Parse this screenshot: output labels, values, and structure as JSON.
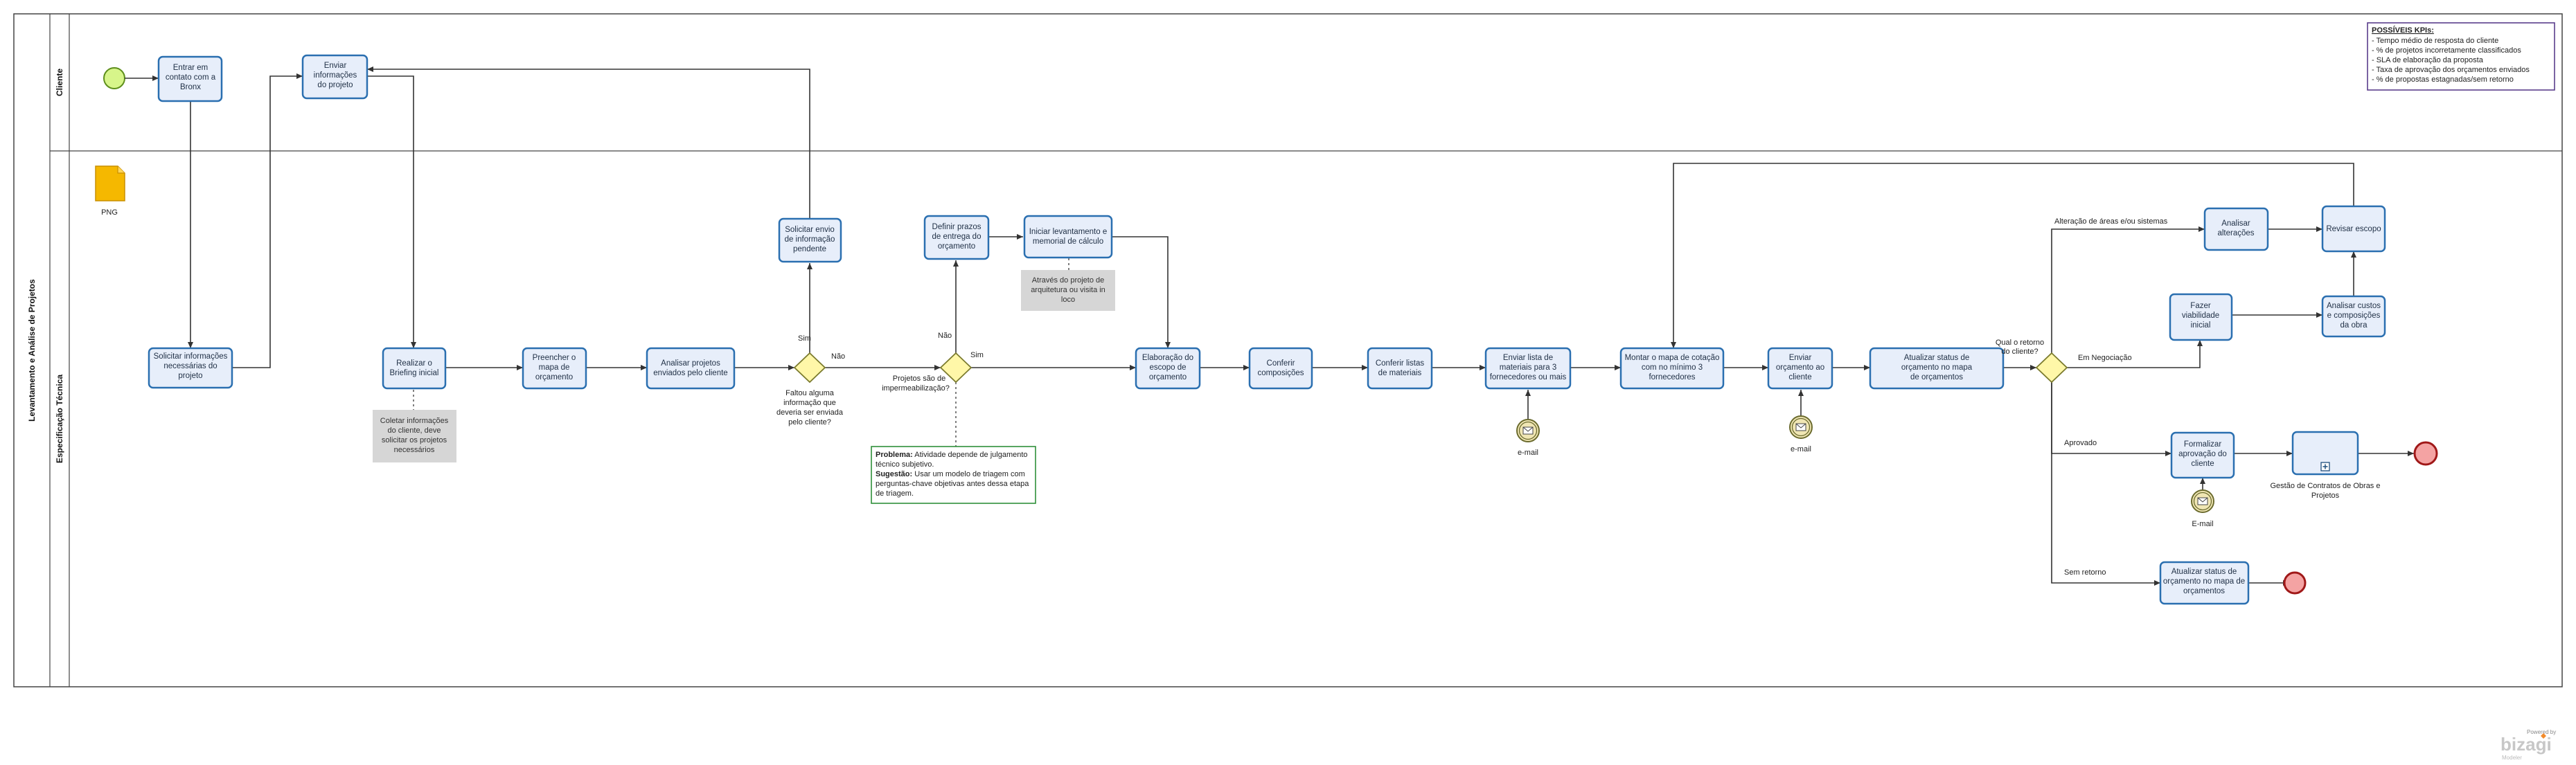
{
  "pool": {
    "name": "Levantamento e Análise de Projetos"
  },
  "lanes": {
    "cliente": "Cliente",
    "tecnica": "Especificação Técnica"
  },
  "kpi": {
    "title": "POSSÍVEIS KPIs:",
    "items": [
      "- Tempo médio de resposta do cliente",
      "- % de projetos incorretamente classificados",
      "- SLA de elaboração da proposta",
      "- Taxa de aprovação dos orçamentos enviados",
      "- % de propostas estagnadas/sem retorno"
    ]
  },
  "artifact": {
    "png_label": "PNG"
  },
  "tasks": {
    "entrar_contato": [
      "Entrar em",
      "contato com a",
      "Bronx"
    ],
    "enviar_info": [
      "Enviar",
      "informações",
      "do projeto"
    ],
    "solicitar_info": [
      "Solicitar informações",
      "necessárias do",
      "projeto"
    ],
    "briefing": [
      "Realizar o",
      "Briefing inicial"
    ],
    "preencher_mapa": [
      "Preencher o",
      "mapa de",
      "orçamento"
    ],
    "analisar_projetos": [
      "Analisar projetos",
      "enviados pelo cliente"
    ],
    "solicitar_envio": [
      "Solicitar envio",
      "de informação",
      "pendente"
    ],
    "definir_prazos": [
      "Definir prazos",
      "de entrega do",
      "orçamento"
    ],
    "iniciar_levantamento": [
      "Iniciar levantamento e",
      "memorial de cálculo"
    ],
    "elaboracao_escopo": [
      "Elaboração do",
      "escopo de",
      "orçamento"
    ],
    "conferir_composicoes": [
      "Conferir",
      "composições"
    ],
    "conferir_listas": [
      "Conferir listas",
      "de materiais"
    ],
    "enviar_lista": [
      "Enviar lista de",
      "materiais para 3",
      "fornecedores ou mais"
    ],
    "montar_mapa": [
      "Montar o mapa de cotação",
      "com no mínimo 3",
      "fornecedores"
    ],
    "enviar_orcamento": [
      "Enviar",
      "orçamento ao",
      "cliente"
    ],
    "atualizar_status": [
      "Atualizar status de",
      "orçamento no mapa",
      "de orçamentos"
    ],
    "analisar_alteracoes": [
      "Analisar",
      "alterações"
    ],
    "revisar_escopo": [
      "Revisar escopo"
    ],
    "fazer_viabilidade": [
      "Fazer",
      "viabilidade",
      "inicial"
    ],
    "analisar_custos": [
      "Analisar custos",
      "e composições",
      "da obra"
    ],
    "formalizar": [
      "Formalizar",
      "aprovação do",
      "cliente"
    ],
    "atualizar_status2": [
      "Atualizar status de",
      "orçamento no mapa de",
      "orçamentos"
    ]
  },
  "subprocess": {
    "label1": "Gestão de Contratos de Obras e",
    "label2": "Projetos"
  },
  "gateways": {
    "faltou": [
      "Faltou alguma",
      "informação que",
      "deveria ser enviada",
      "pelo cliente?"
    ],
    "impermeabilizacao": [
      "Projetos são de",
      "impermeabilização?"
    ],
    "retorno": [
      "Qual o retorno",
      "do cliente?"
    ]
  },
  "flow_labels": {
    "sim1": "Sim",
    "nao1": "Não",
    "sim2": "Sim",
    "nao2": "Não",
    "alteracao": "Alteração de áreas e/ou sistemas",
    "negociacao": "Em Negociação",
    "aprovado": "Aprovado",
    "sem_retorno": "Sem retorno"
  },
  "annotations": {
    "coletar": [
      "Coletar informações",
      "do cliente, deve",
      "solicitar os projetos",
      "necessários"
    ],
    "atraves": [
      "Através do projeto de",
      "arquitetura ou visita in",
      "loco"
    ],
    "problema_label": "Problema:",
    "problema_text": " Atividade depende de julgamento",
    "problema_lines": [
      "técnico subjetivo."
    ],
    "sugestao_label": "Sugestão:",
    "sugestao_text": " Usar um modelo de triagem com",
    "sugestao_lines": [
      "perguntas-chave objetivas antes dessa etapa",
      "de triagem."
    ]
  },
  "events": {
    "email1": "e-mail",
    "email2": "e-mail",
    "email3": "E-mail"
  },
  "brand": {
    "powered": "Powered by",
    "name": "bizagi",
    "sub": "Modeler"
  },
  "colors": {
    "task_fill": "#e7eefa",
    "task_stroke": "#2a6fb0",
    "gateway_fill": "#fff7a8",
    "start_fill": "#d7f58a",
    "end_fill": "#f4a3a3",
    "problem_border": "#2f8f3a",
    "kpi_border": "#5a3d8c"
  },
  "icons": [
    "envelope-icon",
    "document-icon",
    "subprocess-plus-icon"
  ]
}
